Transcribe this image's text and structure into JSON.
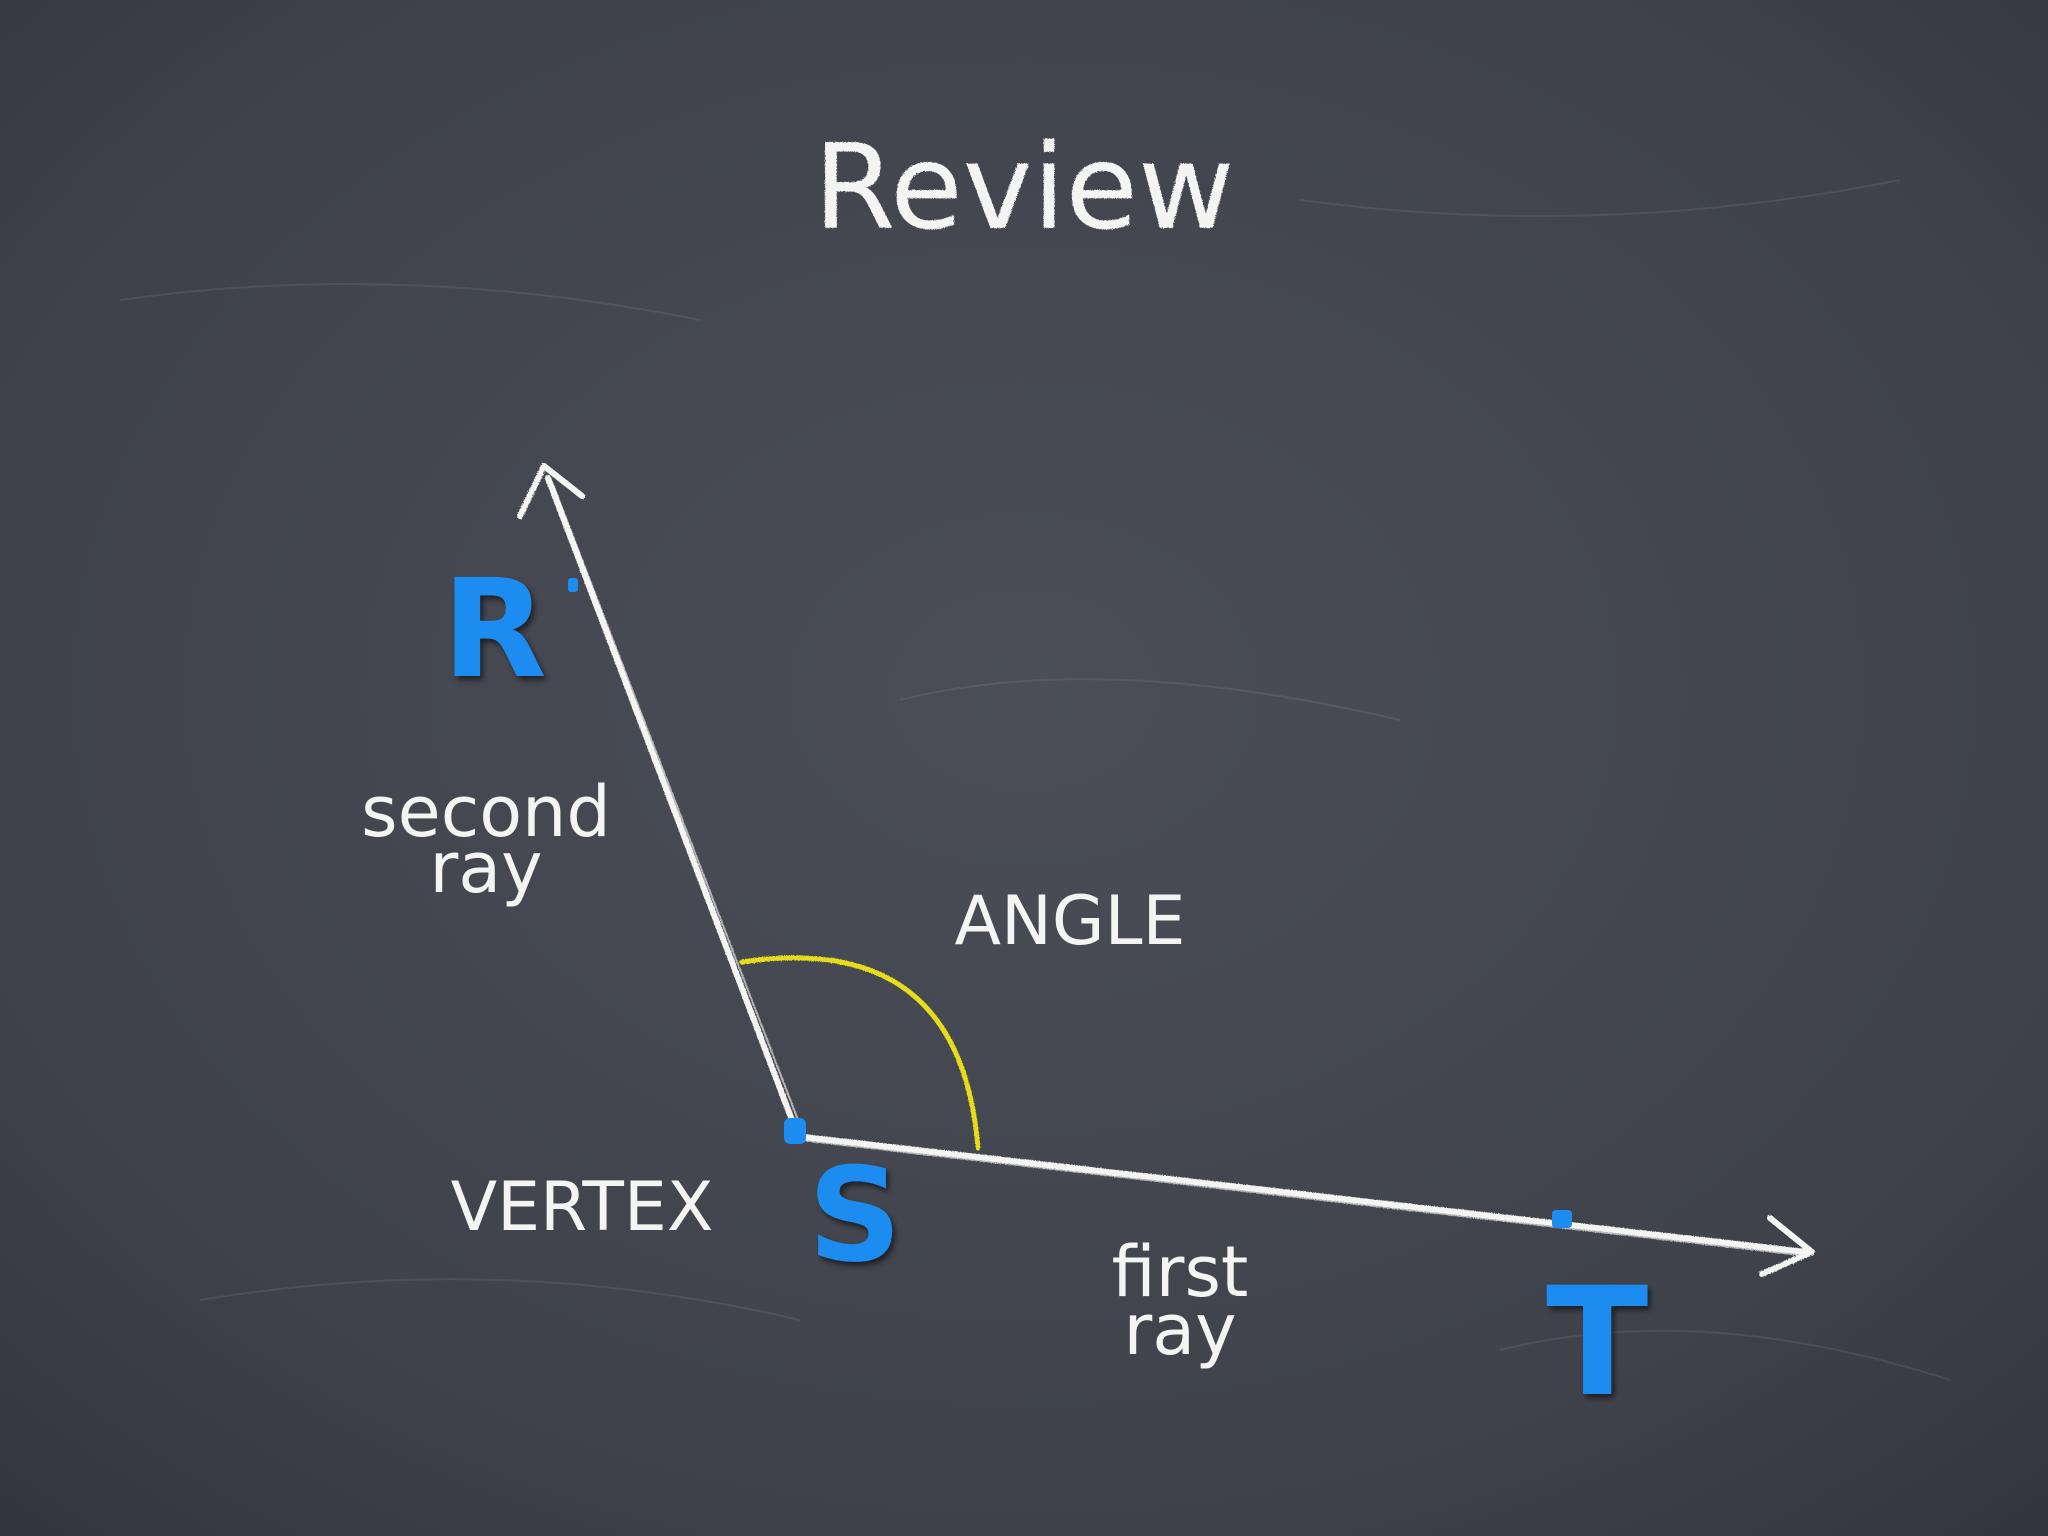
{
  "slide": {
    "title": "Review",
    "background_color": "#41444c",
    "chalk_color": "#f4f4f2",
    "point_color": "#1e8cf0",
    "arc_color": "#e6dc1e"
  },
  "points": {
    "r": "R",
    "s": "S",
    "t": "T"
  },
  "labels": {
    "second_ray_line1": "second",
    "second_ray_line2": "ray",
    "first_ray_line1": "first",
    "first_ray_line2": "ray",
    "angle": "ANGLE",
    "vertex": "VERTEX"
  }
}
